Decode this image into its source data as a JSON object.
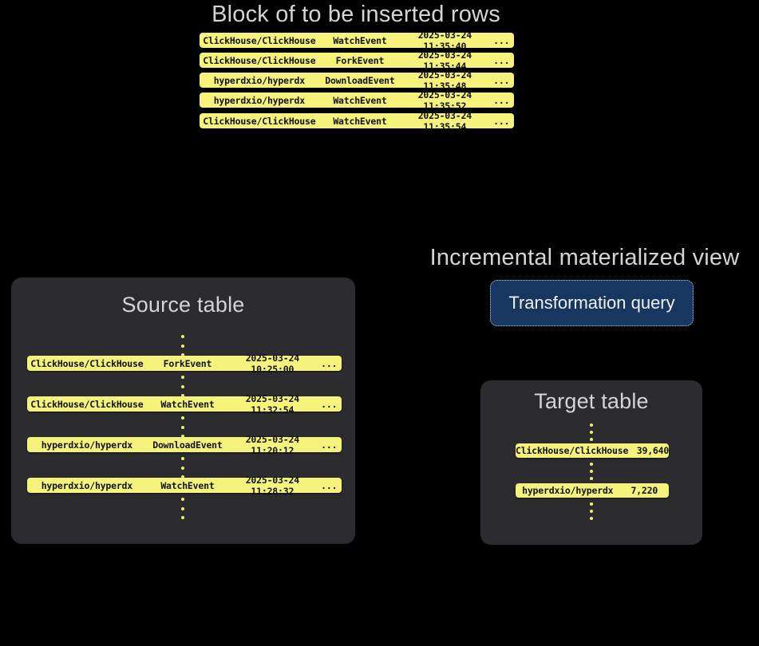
{
  "colors": {
    "background": "#000000",
    "row_yellow": "#f6f37c",
    "card_gray": "#2c2c30",
    "query_navy": "#173761",
    "heading_gray": "#d4d4d4",
    "row_text": "#121212"
  },
  "insert_block": {
    "title": "Block of to be inserted rows",
    "rows": [
      {
        "repo": "ClickHouse/ClickHouse",
        "event": "WatchEvent",
        "time": "2025-03-24 11:35:40",
        "more": "..."
      },
      {
        "repo": "ClickHouse/ClickHouse",
        "event": "ForkEvent",
        "time": "2025-03-24 11:35:44",
        "more": "..."
      },
      {
        "repo": "hyperdxio/hyperdx",
        "event": "DownloadEvent",
        "time": "2025-03-24 11:35:48",
        "more": "..."
      },
      {
        "repo": "hyperdxio/hyperdx",
        "event": "WatchEvent",
        "time": "2025-03-24 11:35:52",
        "more": "..."
      },
      {
        "repo": "ClickHouse/ClickHouse",
        "event": "WatchEvent",
        "time": "2025-03-24 11:35:54",
        "more": "..."
      }
    ]
  },
  "source_table": {
    "title": "Source table",
    "rows": [
      {
        "repo": "ClickHouse/ClickHouse",
        "event": "ForkEvent",
        "time": "2025-03-24 10:25:00",
        "more": "..."
      },
      {
        "repo": "ClickHouse/ClickHouse",
        "event": "WatchEvent",
        "time": "2025-03-24 11:32:54",
        "more": "..."
      },
      {
        "repo": "hyperdxio/hyperdx",
        "event": "DownloadEvent",
        "time": "2025-03-24 11:20:12",
        "more": "..."
      },
      {
        "repo": "hyperdxio/hyperdx",
        "event": "WatchEvent",
        "time": "2025-03-24 11:28:32",
        "more": "..."
      }
    ]
  },
  "materialized_view": {
    "title": "Incremental materialized view",
    "query_button_label": "Transformation query"
  },
  "target_table": {
    "title": "Target table",
    "rows": [
      {
        "repo": "ClickHouse/ClickHouse",
        "count": "39,640"
      },
      {
        "repo": "hyperdxio/hyperdx",
        "count": "7,220"
      }
    ]
  }
}
